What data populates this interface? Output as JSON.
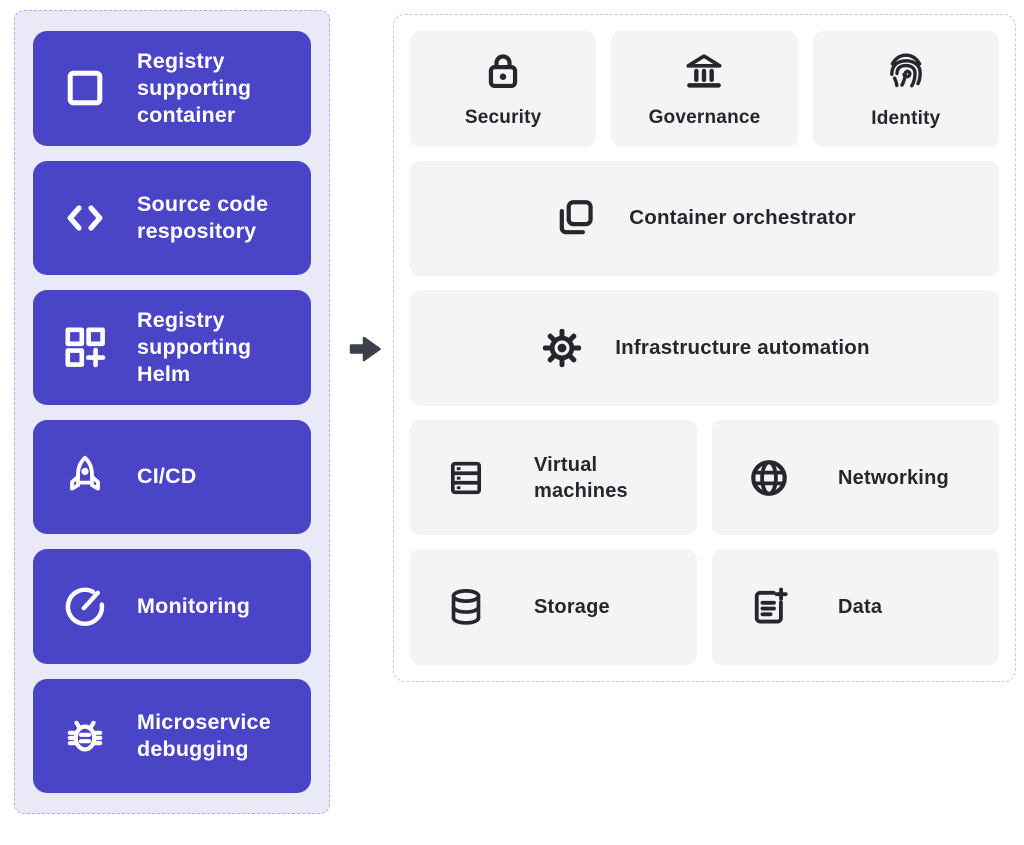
{
  "diagram_title": "",
  "colors": {
    "button_bg": "#4a44c7",
    "button_text": "#ffffff",
    "left_panel_bg": "#eae9f8",
    "left_panel_border": "#b4afe6",
    "right_panel_bg": "#ffffff",
    "right_panel_border": "#c9c9ce",
    "card_bg": "#f4f4f5",
    "card_text": "#26272e",
    "arrow": "#3d404b"
  },
  "left_panel": {
    "items": [
      {
        "icon": "square-outline-icon",
        "label": "Registry supporting container"
      },
      {
        "icon": "code-brackets-icon",
        "label": "Source code respository"
      },
      {
        "icon": "grid-plus-icon",
        "label": "Registry supporting Helm"
      },
      {
        "icon": "rocket-icon",
        "label": "CI/CD"
      },
      {
        "icon": "gauge-icon",
        "label": "Monitoring"
      },
      {
        "icon": "bug-icon",
        "label": "Microservice debugging"
      }
    ]
  },
  "arrow": {
    "icon": "arrow-right-icon"
  },
  "right_panel": {
    "cards": [
      {
        "icon": "lock-icon",
        "label": "Security"
      },
      {
        "icon": "bank-icon",
        "label": "Governance"
      },
      {
        "icon": "fingerprint-icon",
        "label": "Identity"
      },
      {
        "icon": "stacked-squares-icon",
        "label": "Container orchestrator"
      },
      {
        "icon": "gear-icon",
        "label": "Infrastructure automation"
      },
      {
        "icon": "server-rack-icon",
        "label": "Virtual machines"
      },
      {
        "icon": "globe-icon",
        "label": "Networking"
      },
      {
        "icon": "database-icon",
        "label": "Storage"
      },
      {
        "icon": "document-plus-icon",
        "label": "Data"
      }
    ]
  }
}
